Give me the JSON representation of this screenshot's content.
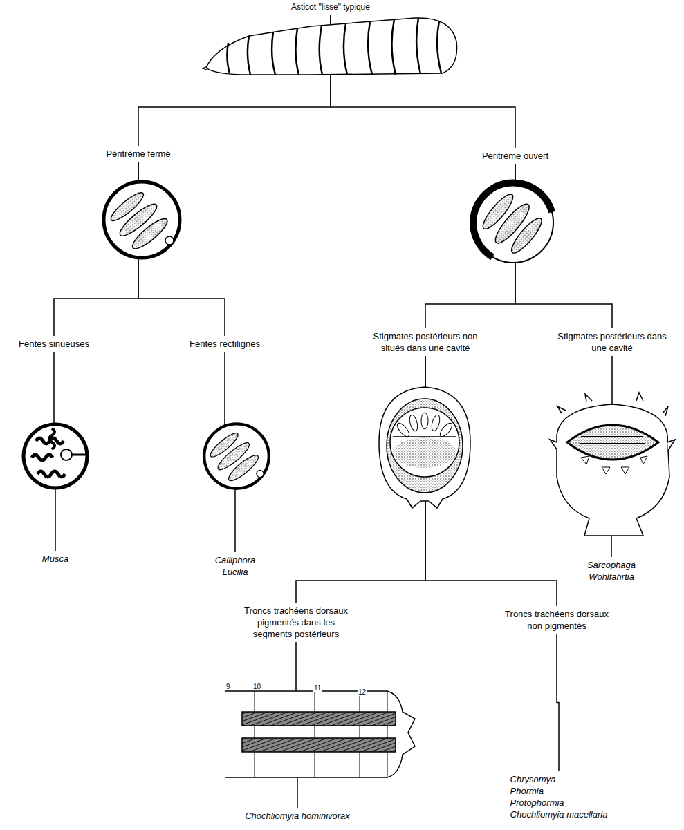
{
  "diagram": {
    "nodes": [
      {
        "text": [
          "Asticot \"lisse\" typique"
        ]
      },
      {
        "text": [
          "Péritrème fermé"
        ]
      },
      {
        "text": [
          "Péritrème ouvert"
        ]
      },
      {
        "text": [
          "Fentes sinueuses"
        ]
      },
      {
        "text": [
          "Fentes rectilignes"
        ]
      },
      {
        "text": [
          "Stigmates postérieurs non situés dans une cavité"
        ]
      },
      {
        "text": [
          "Stigmates postérieurs dans une cavité"
        ]
      },
      {
        "text": [
          "Musca"
        ]
      },
      {
        "text": [
          "Calliphora",
          "Lucilia"
        ]
      },
      {
        "text": [
          "Sarcophaga",
          "Wohlfahrtia"
        ]
      },
      {
        "text": [
          "Troncs trachéens dorsaux pigmentés dans les segments postérieurs"
        ]
      },
      {
        "text": [
          "Troncs trachéens dorsaux non pigmentés"
        ]
      },
      {
        "text": [
          "Chochliomyia hominivorax"
        ]
      },
      {
        "text": [
          "Chrysomya",
          "Phormia",
          "Protophormia",
          "Chochliomyia macellaria"
        ]
      }
    ],
    "edges": [
      {
        "from": 0,
        "to": 1,
        "arrow": "none"
      },
      {
        "from": 0,
        "to": 2,
        "arrow": "none"
      },
      {
        "from": 1,
        "to": 3,
        "arrow": "none"
      },
      {
        "from": 1,
        "to": 4,
        "arrow": "none"
      },
      {
        "from": 2,
        "to": 5,
        "arrow": "none"
      },
      {
        "from": 2,
        "to": 6,
        "arrow": "none"
      },
      {
        "from": 3,
        "to": 7,
        "arrow": "none"
      },
      {
        "from": 4,
        "to": 8,
        "arrow": "none"
      },
      {
        "from": 6,
        "to": 9,
        "arrow": "none"
      },
      {
        "from": 5,
        "to": 10,
        "arrow": "none"
      },
      {
        "from": 5,
        "to": 11,
        "arrow": "none"
      },
      {
        "from": 10,
        "to": 12,
        "arrow": "none"
      },
      {
        "from": 11,
        "to": 13,
        "arrow": "none"
      }
    ],
    "labels": [
      "9",
      "10",
      "11",
      "12"
    ]
  }
}
